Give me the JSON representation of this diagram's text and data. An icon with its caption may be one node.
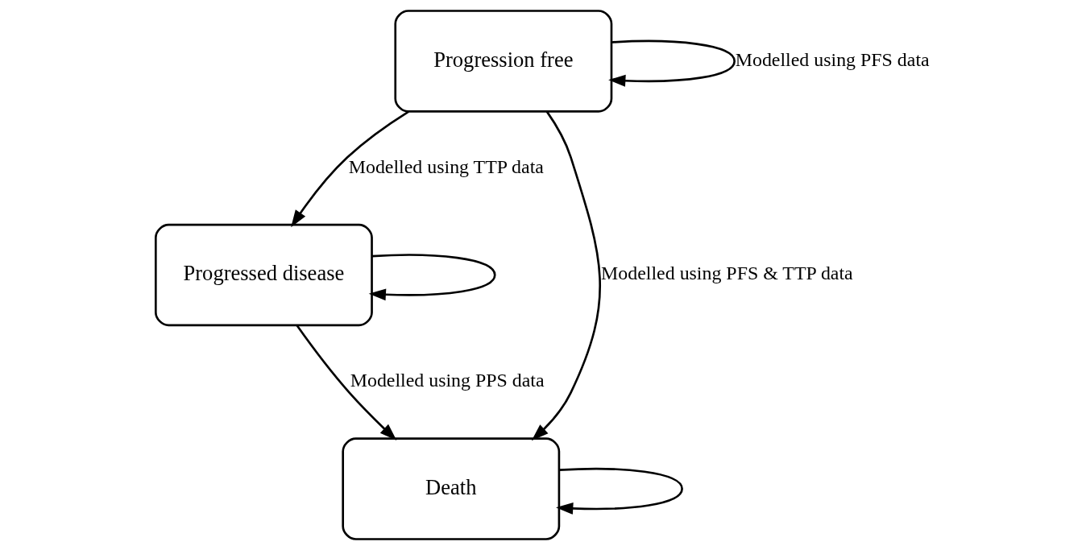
{
  "diagram": {
    "nodes": [
      {
        "text": [
          "Progression free"
        ]
      },
      {
        "text": [
          "Progressed disease"
        ]
      },
      {
        "text": [
          "Death"
        ]
      }
    ],
    "edges": [
      {
        "from": 0,
        "to": 0,
        "arrow": "to",
        "label": "Modelled using PFS data"
      },
      {
        "from": 0,
        "to": 1,
        "arrow": "to",
        "label": "Modelled using TTP data"
      },
      {
        "from": 0,
        "to": 2,
        "arrow": "to",
        "label": "Modelled using PFS & TTP data"
      },
      {
        "from": 1,
        "to": 1,
        "arrow": "to"
      },
      {
        "from": 1,
        "to": 2,
        "arrow": "to",
        "label": "Modelled using PPS data"
      },
      {
        "from": 2,
        "to": 2,
        "arrow": "to"
      }
    ]
  }
}
